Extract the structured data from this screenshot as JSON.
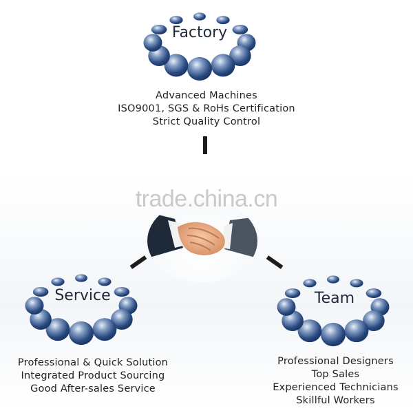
{
  "nodes": {
    "factory": {
      "label": "Factory",
      "lines": [
        "Advanced Machines",
        "ISO9001, SGS & RoHs Certification",
        "Strict Quality Control"
      ]
    },
    "service": {
      "label": "Service",
      "lines": [
        "Professional & Quick Solution",
        "Integrated Product Sourcing",
        "Good After-sales Service"
      ]
    },
    "team": {
      "label": "Team",
      "lines": [
        "Professional Designers",
        "Top Sales",
        "Experienced Technicians",
        "Skillful Workers"
      ]
    }
  },
  "watermark": "trade.china.cn",
  "colors": {
    "bubble_dark": "#1e3f73",
    "bubble_light": "#c9d5e6",
    "connector": "#1c1c1c"
  },
  "center_image": "handshake"
}
